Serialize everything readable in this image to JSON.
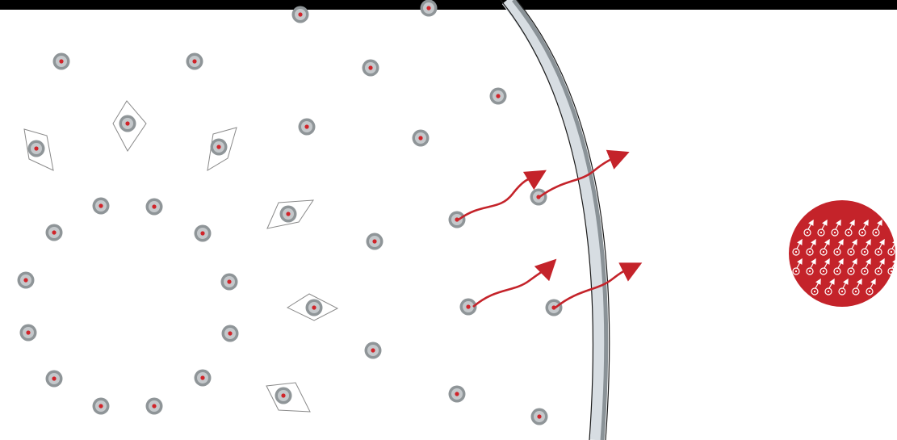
{
  "colors": {
    "background": "#ffffff",
    "top_bar": "#000000",
    "particle_outer": "#8f9598",
    "particle_ring": "#c4c8cb",
    "particle_core": "#d0242a",
    "arrow": "#c4232a",
    "membrane_light": "#d7dde2",
    "membrane_dark": "#8a9297",
    "membrane_line": "#1a1a1a",
    "outline": "#8a8a8a",
    "aligned_disc": "#c4232a",
    "aligned_symbol": "#ffffff"
  },
  "icons": {
    "particle": "grey-particle-with-red-core",
    "flux_arrow": "red-curved-arrow",
    "aligned_cluster": "red-disc-of-aligned-particles"
  }
}
